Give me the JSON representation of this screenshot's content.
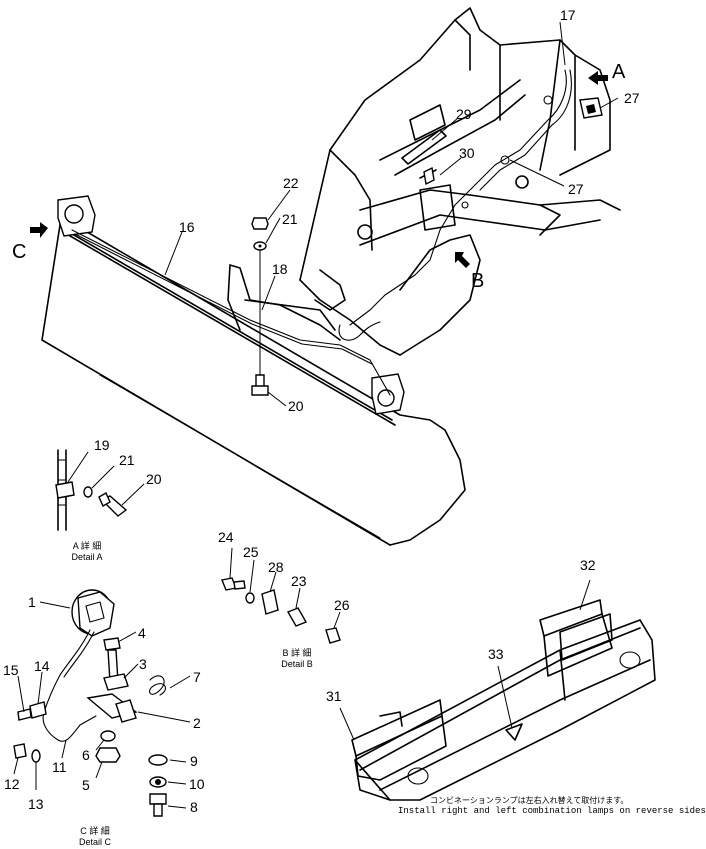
{
  "view_labels": [
    "A",
    "B",
    "C"
  ],
  "part_numbers": [
    "1",
    "2",
    "3",
    "4",
    "5",
    "6",
    "7",
    "8",
    "9",
    "10",
    "11",
    "12",
    "13",
    "14",
    "15",
    "16",
    "17",
    "18",
    "19",
    "20",
    "21",
    "22",
    "23",
    "24",
    "25",
    "26",
    "27",
    "28",
    "29",
    "30",
    "31",
    "32",
    "33"
  ],
  "details": {
    "a": {
      "jp": "A 詳 細",
      "en": "Detail A"
    },
    "b": {
      "jp": "B 詳 細",
      "en": "Detail B"
    },
    "c": {
      "jp": "C 詳 細",
      "en": "Detail C"
    }
  },
  "note": {
    "jp": "コンビネーションランプは左右入れ替えて取付けます。",
    "en": "Install right and left combination lamps on reverse sides."
  },
  "icons": [
    "arrow-A-icon",
    "arrow-B-icon",
    "arrow-C-icon"
  ]
}
